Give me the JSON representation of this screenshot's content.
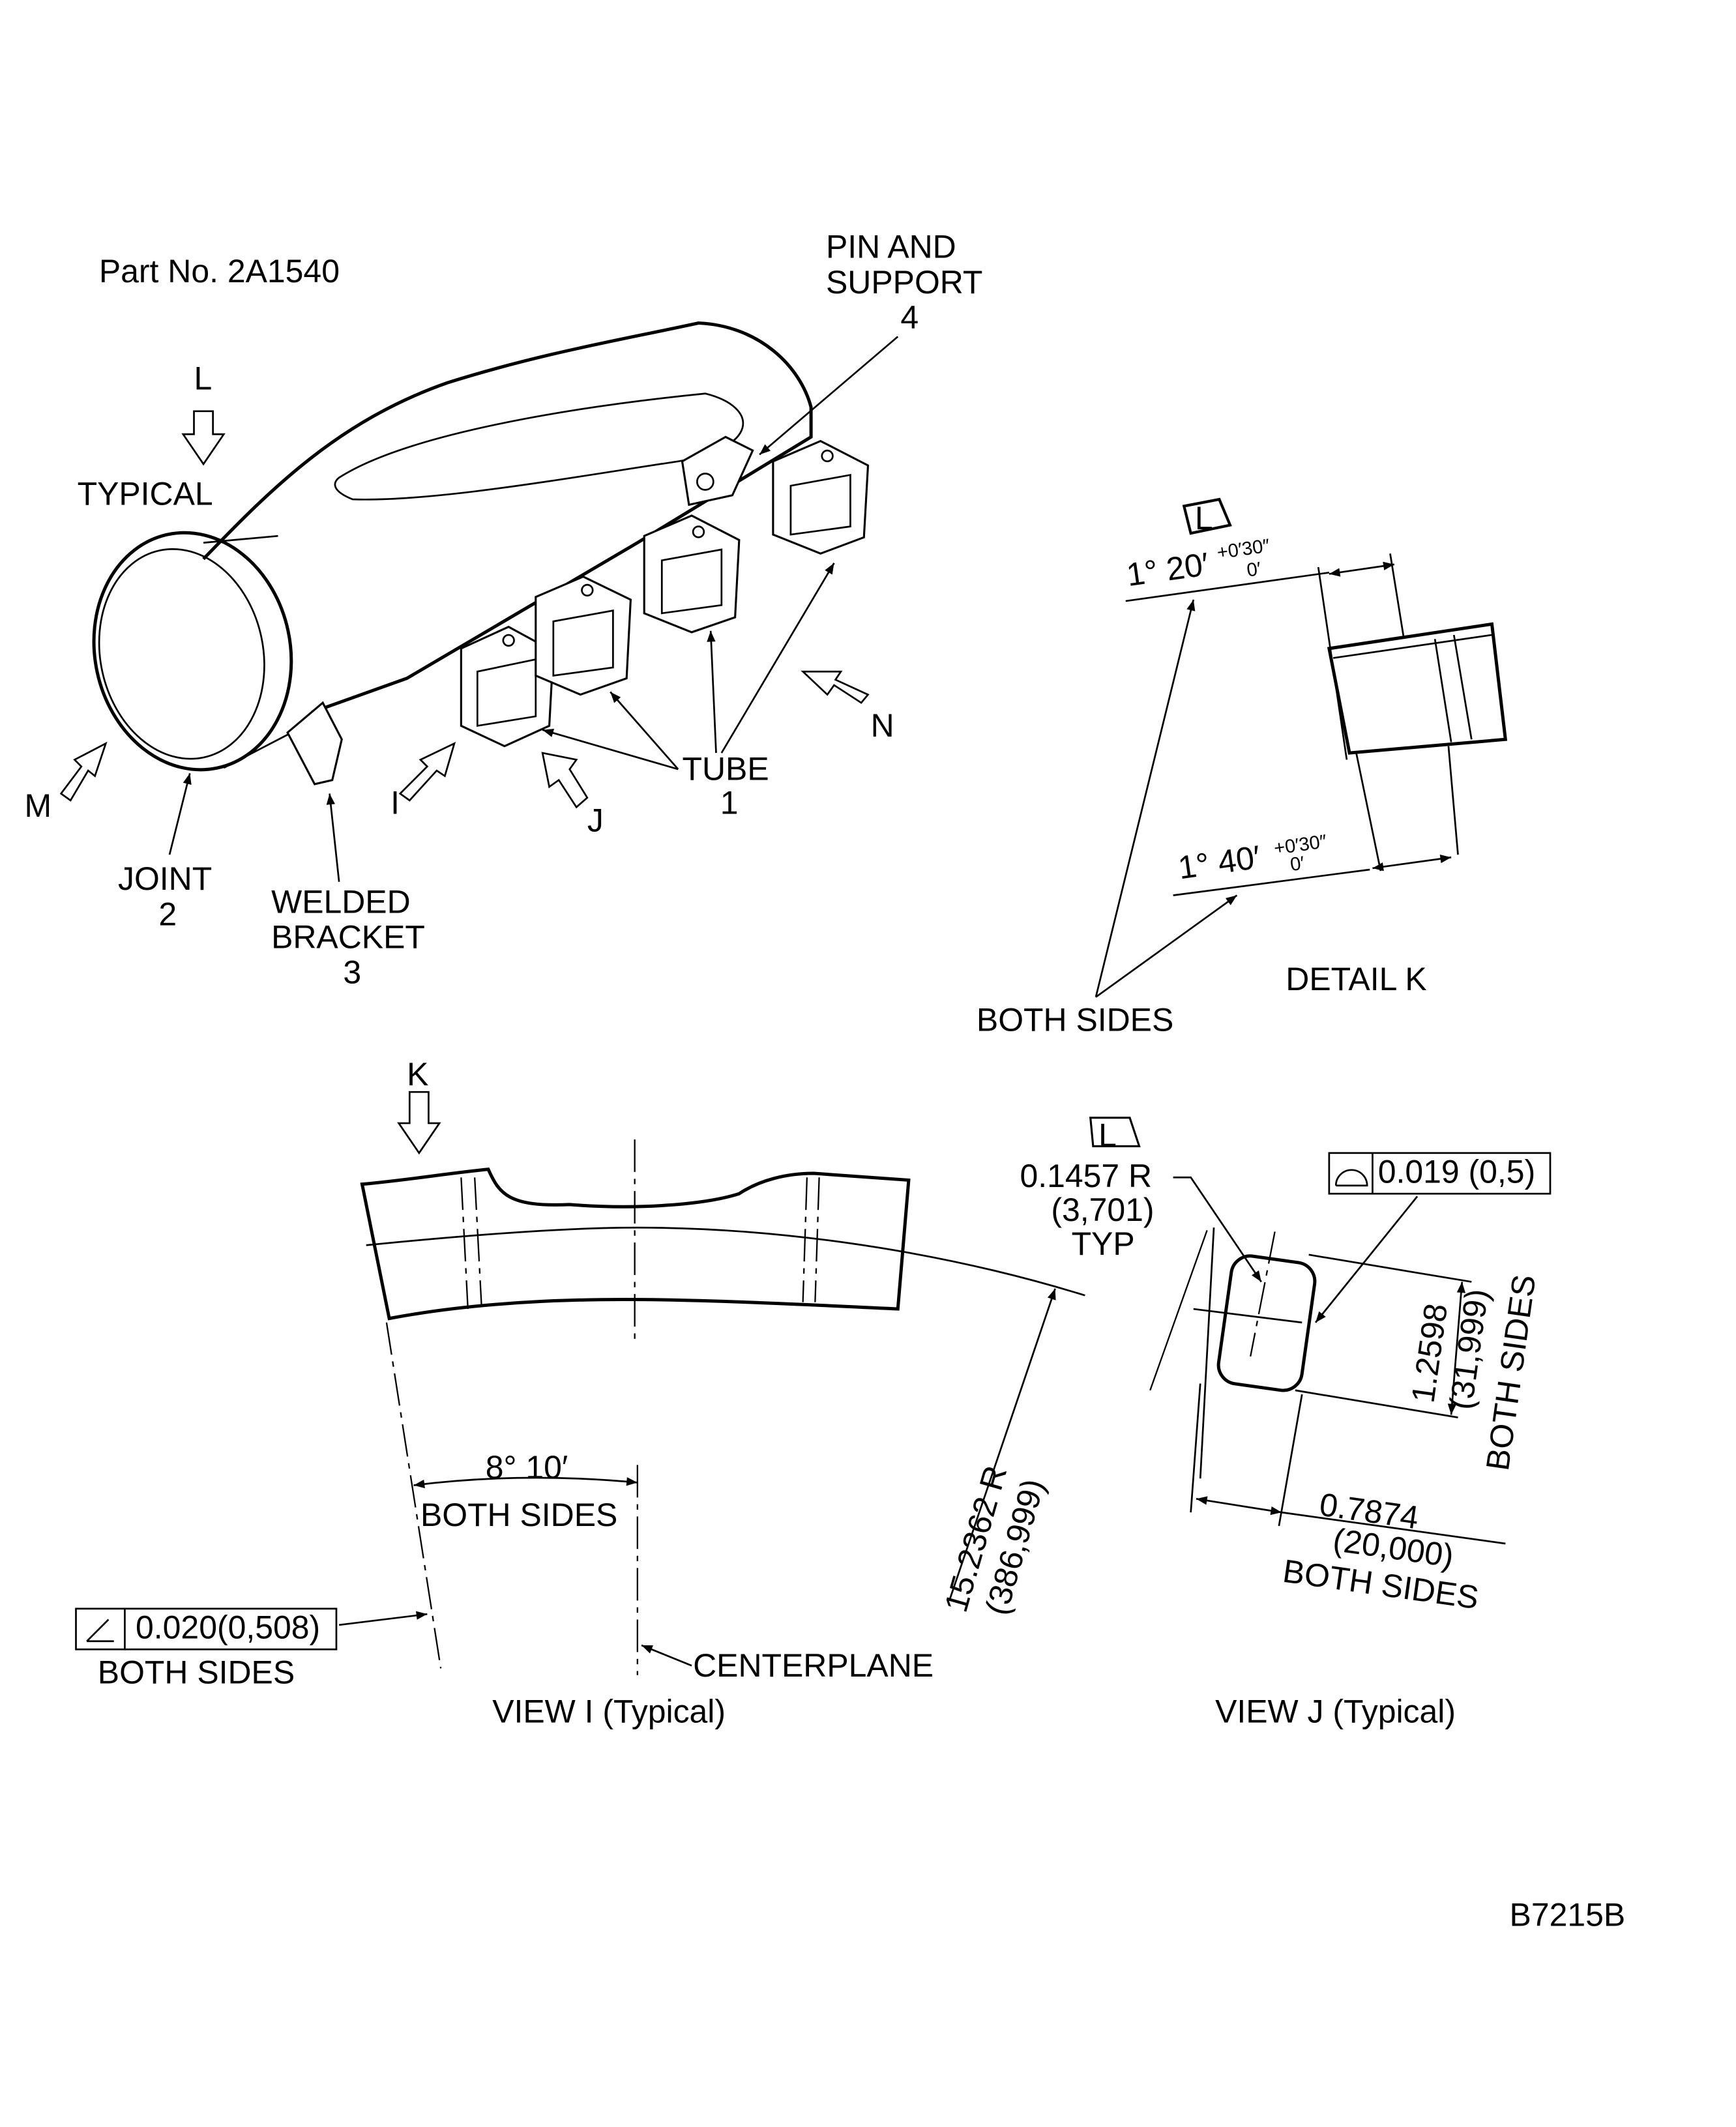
{
  "part_number": "Part No. 2A1540",
  "figure_id": "B7215B",
  "isometric_view": {
    "view_arrows": {
      "L": "L",
      "M": "M",
      "N": "N",
      "I": "I",
      "J": "J",
      "K": "K"
    },
    "typical_label": "TYPICAL",
    "callouts": {
      "pin_support_line1": "PIN AND",
      "pin_support_line2": "SUPPORT",
      "pin_support_num": "4",
      "tube": "TUBE",
      "tube_num": "1",
      "joint": "JOINT",
      "joint_num": "2",
      "bracket_line1": "WELDED",
      "bracket_line2": "BRACKET",
      "bracket_num": "3"
    }
  },
  "detail_k": {
    "title": "DETAIL K",
    "datum": "L",
    "angle_top": "1° 20′",
    "angle_bottom": "1° 40′",
    "tol_plus": "+0′30″",
    "tol_minus": "0′",
    "both_sides": "BOTH SIDES"
  },
  "view_i": {
    "title": "VIEW I (Typical)",
    "angle": "8° 10′",
    "angle_note": "BOTH SIDES",
    "radius": "15.2362 R",
    "radius_metric": "(386,999)",
    "centerplane": "CENTERPLANE",
    "angularity_value": "0.020(0,508)",
    "angularity_note": "BOTH SIDES"
  },
  "view_j": {
    "title": "VIEW J (Typical)",
    "datum": "L",
    "corner_radius": "0.1457 R",
    "corner_radius_metric": "(3,701)",
    "corner_note": "TYP",
    "profile_value": "0.019 (0,5)",
    "height": "1.2598",
    "height_metric": "(31,999)",
    "height_note": "BOTH SIDES",
    "width": "0.7874",
    "width_metric": "(20,000)",
    "width_note": "BOTH SIDES"
  }
}
